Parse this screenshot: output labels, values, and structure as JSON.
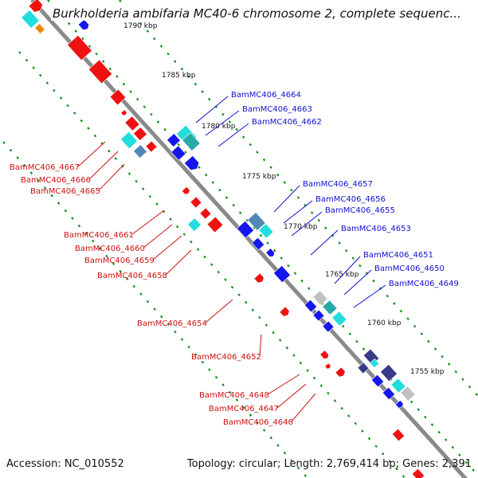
{
  "title": "Burkholderia ambifaria MC40-6 chromosome 2, complete sequenc...",
  "footer": {
    "accession": "Accession: NC_010552",
    "summary": "Topology: circular; Length: 2,769,414 bp; Genes: 2,391"
  },
  "colors": {
    "backbone": "#8a8a8a",
    "tick": "#1a8a1a",
    "label_plus": "#1010d0",
    "label_minus": "#cc1010",
    "gene_red": "#ee1111",
    "gene_blue": "#1515ee",
    "gene_cyan": "#22dddd",
    "gene_teal": "#2aa8a8",
    "gene_steel": "#4f88b5",
    "gene_navy": "#3a3a8a",
    "gene_gray": "#c0c0c0",
    "gene_orange": "#ee8800"
  },
  "scale_ticks": [
    {
      "label": "1790 kbp",
      "kbp": 1790
    },
    {
      "label": "1785 kbp",
      "kbp": 1785
    },
    {
      "label": "1780 kbp",
      "kbp": 1780
    },
    {
      "label": "1775 kbp",
      "kbp": 1775
    },
    {
      "label": "1770 kbp",
      "kbp": 1770
    },
    {
      "label": "1765 kbp",
      "kbp": 1765
    },
    {
      "label": "1760 kbp",
      "kbp": 1760
    },
    {
      "label": "1755 kbp",
      "kbp": 1755
    }
  ],
  "plus_strand_labels": [
    "BamMC406_4664",
    "BamMC406_4663",
    "BamMC406_4662",
    "BamMC406_4657",
    "BamMC406_4656",
    "BamMC406_4655",
    "BamMC406_4653",
    "BamMC406_4651",
    "BamMC406_4650",
    "BamMC406_4649"
  ],
  "minus_strand_labels": [
    "BamMC406_4667",
    "BamMC406_4666",
    "BamMC406_4665",
    "BamMC406_4661",
    "BamMC406_4660",
    "BamMC406_4659",
    "BamMC406_4658",
    "BamMC406_4654",
    "BamMC406_4652",
    "BamMC406_4648",
    "BamMC406_4647",
    "BamMC406_4646"
  ]
}
